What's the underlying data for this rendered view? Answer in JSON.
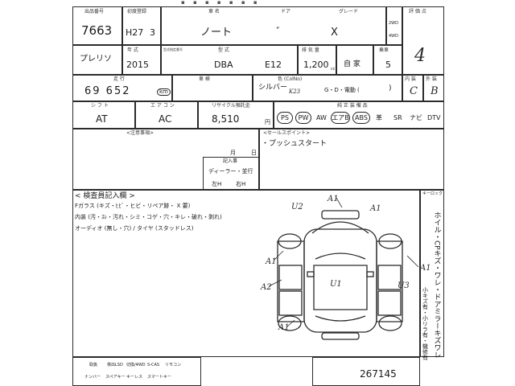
{
  "headers": {
    "lot_no": "出品番号",
    "first_reg": "初度登録",
    "car_name": "車 名",
    "door": "ドア",
    "grade": "グレード",
    "seats_head": "乗車",
    "score_head": "評 価 点",
    "year_model": "年 式",
    "model_year_note": "型式指定番号",
    "type": "型 式",
    "displacement": "排 気 量",
    "mileage": "走 行",
    "inspection": "車 検",
    "color": "色 (ColNo)",
    "interior": "内 装",
    "exterior": "外 装",
    "shift": "シ フ ト",
    "aircon": "エ ア コ ン",
    "recycle": "リサイクル預託金",
    "equipment": "純 正 装 備 品",
    "notes": "<注意事項>",
    "sales_points": "<セールスポイント>",
    "inspector_box": "< 検査員記入欄 >",
    "autolock": "キーロック"
  },
  "values": {
    "lot_no": "7663",
    "prefix": "プレリソ",
    "reg_era": "H27",
    "reg_month": "3",
    "car_name": "ノート",
    "door_mark": "ﾞ",
    "grade": "X",
    "door_2": "2WD",
    "door_4": "4WD",
    "year": "2015",
    "type_prefix": "DBA",
    "type_model": "E12",
    "displacement": "1,200",
    "cc": "cc",
    "use": "自 家",
    "seats": "5",
    "score": "4",
    "mileage": "69 652",
    "km_unit": "km",
    "color": "シルバー",
    "color_code": "K23",
    "nav": "G・D・電動 (",
    "interior_score": "C",
    "exterior_score": "B",
    "shift": "AT",
    "aircon": "AC",
    "recycle": "8,510",
    "yen": "円",
    "sales_point": "・プッシュスタート",
    "month_label": "月",
    "day_label": "日",
    "record_label": "記入事",
    "dealer_label": "ディーラー・並行",
    "left_h": "左H",
    "right_h": "右H",
    "fglass": "Fガラス (キズ・ﾋﾋﾞ・ヒビ・リペア跡・ X 要)",
    "interior_note": "内装 (汚・ｽﾚ・汚れ・シミ・コゲ・穴・キレ・破れ・剥れ)",
    "audio_note": "オーディオ (無し・穴) / タイヤ (スタッドレス)",
    "vertical_note": "ホイル・CPキズ・ワレ・ドアミラーキズワレ",
    "vertical_note2": "小キズ有・小リラ有・機修有",
    "footer_number": "267145",
    "footer_row1": [
      "取扱",
      "検出LSD",
      "切換/4WD",
      "S-CAS",
      "リモコン"
    ],
    "footer_row2": [
      "ナンバー",
      "スペアキー",
      "キーレス",
      "スマートキー"
    ]
  },
  "equipment": [
    "PS",
    "PW",
    "AW",
    "エアB",
    "ABS",
    "革",
    "SR",
    "ナビ",
    "DTV"
  ],
  "diagram_marks": [
    "A1",
    "A1",
    "A1",
    "A1",
    "A2",
    "U1",
    "U2",
    "U3",
    "A1"
  ]
}
